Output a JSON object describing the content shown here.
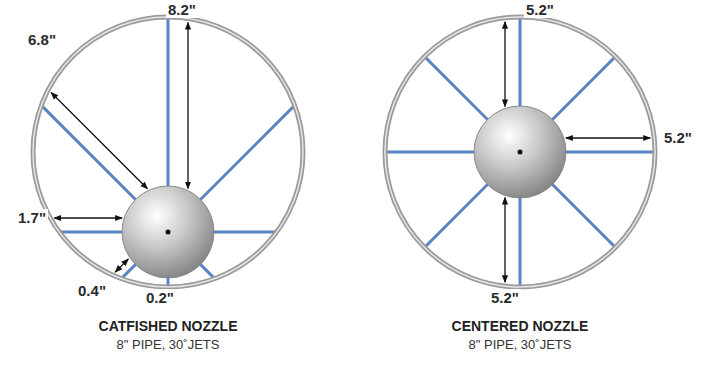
{
  "diagram": {
    "labels": [
      "8.2\"",
      "6.8\"",
      "1.7\"",
      "0.4\"",
      "0.2\"",
      "CATFISHED NOZZLE",
      "8\" PIPE, 30˚JETS",
      "5.2\"",
      "5.2\"",
      "5.2\"",
      "CENTERED NOZZLE",
      "8\" PIPE, 30˚JETS"
    ]
  }
}
